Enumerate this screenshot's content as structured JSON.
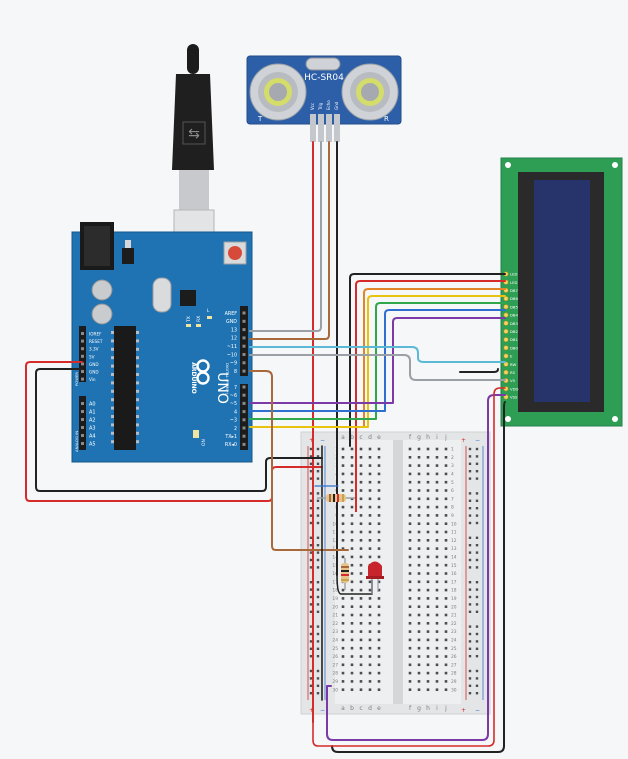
{
  "sensor": {
    "model": "HC-SR04",
    "left_mark": "T",
    "right_mark": "R",
    "pins": [
      "Vcc",
      "Trig",
      "Echo",
      "Gnd"
    ]
  },
  "arduino": {
    "brand": "ARDUINO",
    "model": "UNO",
    "tx": "TX",
    "rx": "RX",
    "power_label": "POWER",
    "analog_label": "ANALOG IN",
    "digital_label": "DIGITAL (PWM~)",
    "led_l": "L",
    "on_label": "ON",
    "power_pins": [
      "IOREF",
      "RESET",
      "3.3V",
      "5V",
      "GND",
      "GND",
      "Vin"
    ],
    "analog_pins": [
      "A0",
      "A1",
      "A2",
      "A3",
      "A4",
      "A5"
    ],
    "top_header_pins": [
      "AREF",
      "GND",
      "13",
      "12",
      "~11",
      "~10",
      "~9",
      "8"
    ],
    "bottom_header_pins": [
      "7",
      "~6",
      "~5",
      "4",
      "~3",
      "2",
      "TX▸1",
      "RX◂0"
    ]
  },
  "lcd": {
    "pins": [
      "LED",
      "LED",
      "DB7",
      "DB6",
      "DB5",
      "DB4",
      "DB3",
      "DB2",
      "DB1",
      "DB0",
      "E",
      "RW",
      "RS",
      "V0",
      "VDD",
      "VSS"
    ]
  },
  "breadboard": {
    "cols_left": [
      "a",
      "b",
      "c",
      "d",
      "e"
    ],
    "cols_right": [
      "f",
      "g",
      "h",
      "i",
      "j"
    ],
    "rows": 30,
    "plus": "+",
    "minus": "−"
  },
  "colors": {
    "board": "#1f73b2",
    "board_dark": "#17578a",
    "lcd_pcb": "#2e9e55",
    "lcd_screen": "#27346b",
    "sensor_pcb": "#2d5fa8",
    "wire_red": "#d52b2b",
    "wire_black": "#222222",
    "wire_gray": "#9aa0a6",
    "wire_brown": "#a8683a",
    "wire_cyan": "#5bb9d6",
    "wire_purple": "#7b3aa8",
    "wire_blue": "#2f6fd0",
    "wire_green": "#2fa84b",
    "wire_yellow": "#e8c20c",
    "wire_orange": "#e2852a"
  }
}
